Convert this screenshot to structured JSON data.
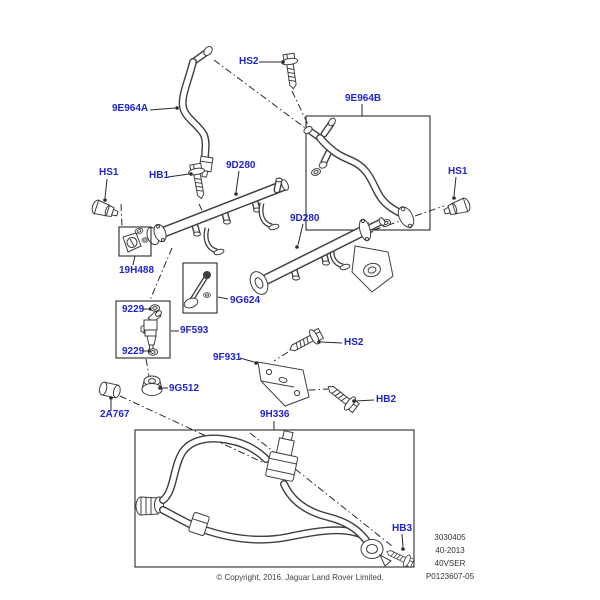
{
  "colors": {
    "label": "#2424cc",
    "part": "#3f3f3f",
    "leader": "#2a2a2a"
  },
  "labels": {
    "hs2_top": "HS2",
    "p9e964a": "9E964A",
    "p9e964b": "9E964B",
    "hs1_left": "HS1",
    "hb1": "HB1",
    "p9d280_upper": "9D280",
    "p9d280_lower": "9D280",
    "hs1_right": "HS1",
    "p19h488": "19H488",
    "p9g624": "9G624",
    "p9229_top": "9229",
    "p9f593": "9F593",
    "p9229_bottom": "9229",
    "p9g512": "9G512",
    "p2a767": "2A767",
    "p9f931": "9F931",
    "hs2_right": "HS2",
    "hb2": "HB2",
    "p9h336": "9H336",
    "hb3": "HB3"
  },
  "footer": {
    "plate": [
      "3030405",
      "40-2013",
      "40VSER",
      "P0123607-05"
    ],
    "copyright": "© Copyright, 2016. Jaguar Land Rover Limited."
  }
}
